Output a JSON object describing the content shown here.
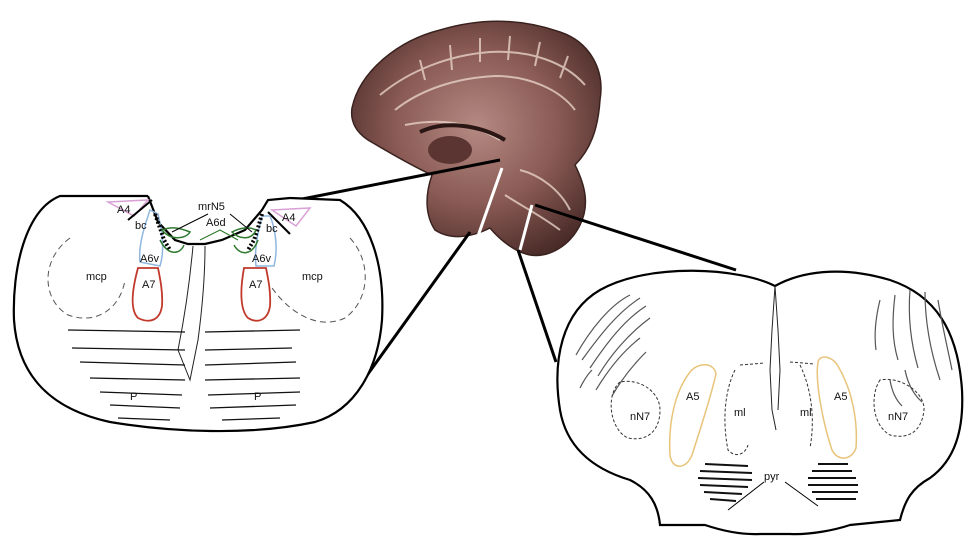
{
  "left_section": {
    "labels": {
      "mrN5": "mrN5",
      "A6d": "A6d",
      "A4_left": "A4",
      "A4_right": "A4",
      "bc_left": "bc",
      "bc_right": "bc",
      "A6v_left": "A6v",
      "A6v_right": "A6v",
      "A7_left": "A7",
      "A7_right": "A7",
      "mcp_left": "mcp",
      "mcp_right": "mcp",
      "P_left": "P",
      "P_right": "P"
    }
  },
  "right_section": {
    "labels": {
      "A5_left": "A5",
      "A5_right": "A5",
      "ml_left": "ml",
      "ml_right": "ml",
      "nN7_left": "nN7",
      "nN7_right": "nN7",
      "pyr": "pyr"
    }
  },
  "colors": {
    "A4": "#d9a0d6",
    "A6v": "#8fb7e0",
    "A6d": "#2f7a2f",
    "A7": "#c0392b",
    "A5": "#e8c47a",
    "brain": "#7a4a45"
  }
}
